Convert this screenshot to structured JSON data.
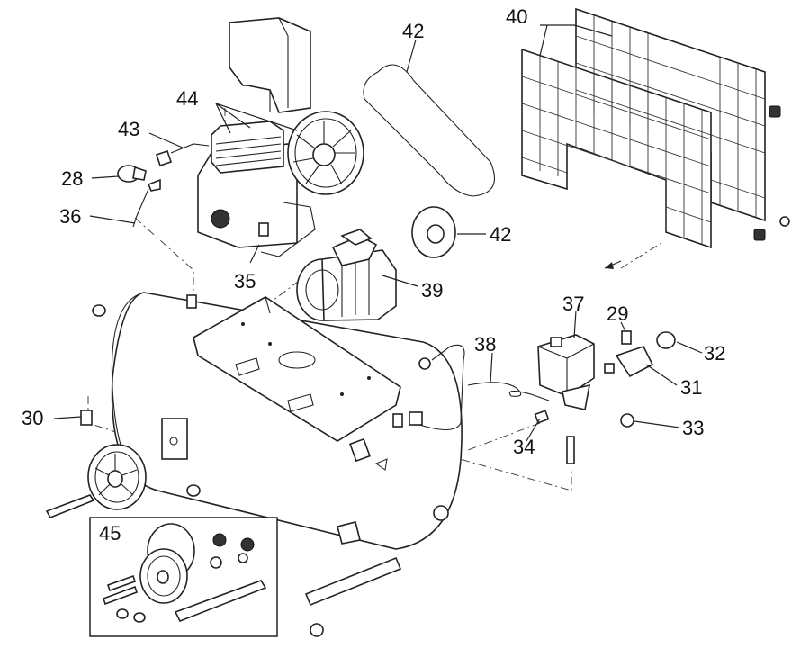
{
  "labels": {
    "p40": "40",
    "p42_belt": "42",
    "p44": "44",
    "p43": "43",
    "p28": "28",
    "p36": "36",
    "p42_pulley": "42",
    "p35": "35",
    "p39": "39",
    "p37": "37",
    "p29": "29",
    "p38": "38",
    "p32": "32",
    "p31": "31",
    "p30": "30",
    "p33": "33",
    "p34": "34",
    "p45": "45"
  },
  "colors": {
    "line": "#222222",
    "background": "#ffffff"
  }
}
